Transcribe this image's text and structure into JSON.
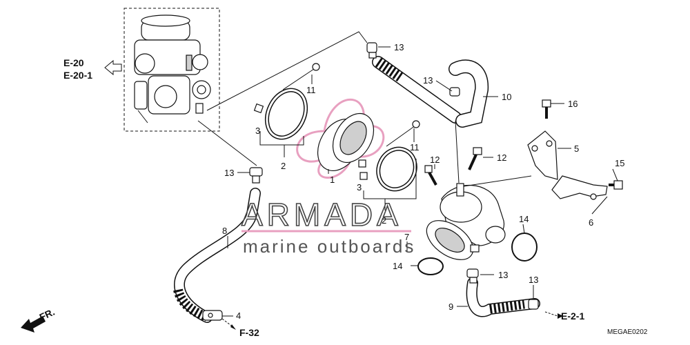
{
  "diagram": {
    "callouts": {
      "c1": "1",
      "c2a": "2",
      "c2b": "2",
      "c3a": "3",
      "c3b": "3",
      "c4": "4",
      "c5": "5",
      "c6": "6",
      "c7": "7",
      "c8": "8",
      "c9": "9",
      "c10": "10",
      "c11a": "11",
      "c11b": "11",
      "c12a": "12",
      "c12b": "12",
      "c13a": "13",
      "c13b": "13",
      "c13c": "13",
      "c13d": "13",
      "c13e": "13",
      "c14a": "14",
      "c14b": "14",
      "c15": "15",
      "c16": "16"
    },
    "refs": {
      "e20": "E-20",
      "e201": "E-20-1",
      "f32": "F-32",
      "e21": "E-2-1",
      "fr": "FR."
    },
    "drawing_code": "MEGAE0202",
    "watermark": {
      "brand": "ARMADA",
      "tagline": "marine outboards",
      "logo_color": "#e8a0c0"
    }
  }
}
